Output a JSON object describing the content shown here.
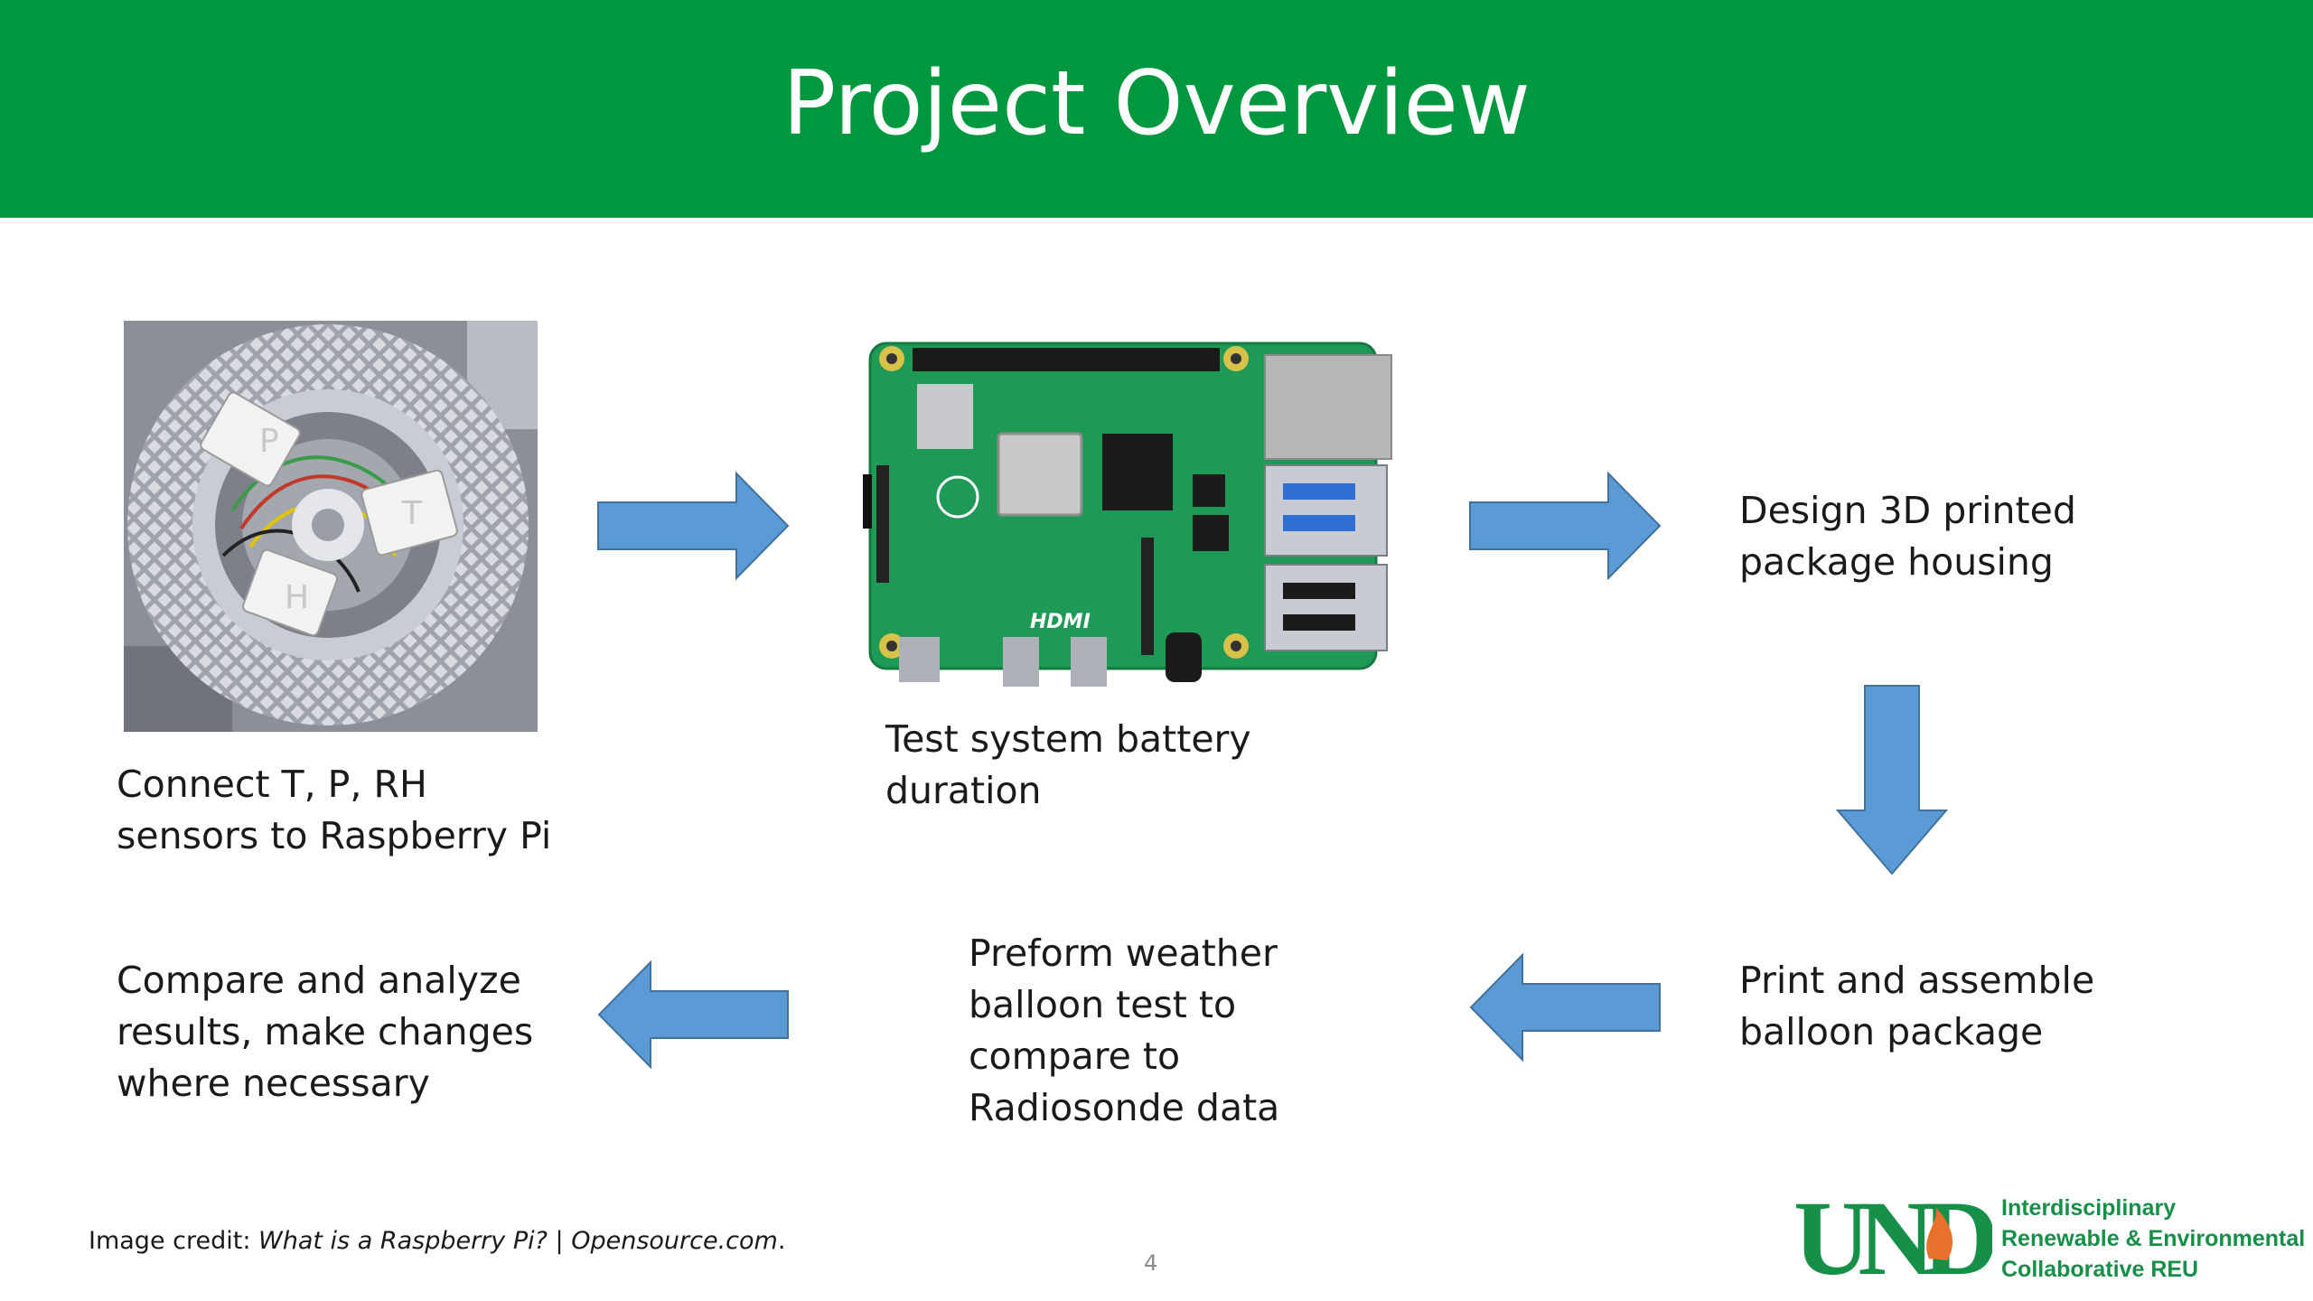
{
  "slide": {
    "title": "Project Overview",
    "page_number": "4"
  },
  "steps": [
    {
      "text": "Connect T, P, RH\nsensors to Raspberry Pi"
    },
    {
      "text": "Test system battery\nduration"
    },
    {
      "text": "Design 3D printed\npackage housing"
    },
    {
      "text": "Print and assemble\nballoon package"
    },
    {
      "text": "Preform weather\nballoon test to\ncompare to\nRadiosonde data"
    },
    {
      "text": "Compare and analyze\nresults, make changes\nwhere necessary"
    }
  ],
  "images": {
    "sensor_housing_label_p": "P",
    "sensor_housing_label_t": "T",
    "sensor_housing_label_h": "H",
    "raspberry_pi_port_label": "HDMI"
  },
  "credit": {
    "prefix": "Image credit: ",
    "source": "What is a Raspberry Pi? | Opensource.com",
    "suffix": "."
  },
  "logo": {
    "mark": "UND",
    "text": "Interdisciplinary\nRenewable & Environmental\nCollaborative REU"
  },
  "colors": {
    "header": "#00983f",
    "arrow_fill": "#5b9bd5",
    "arrow_stroke": "#41719c",
    "logo_green": "#168f48",
    "logo_orange": "#e8702a"
  }
}
